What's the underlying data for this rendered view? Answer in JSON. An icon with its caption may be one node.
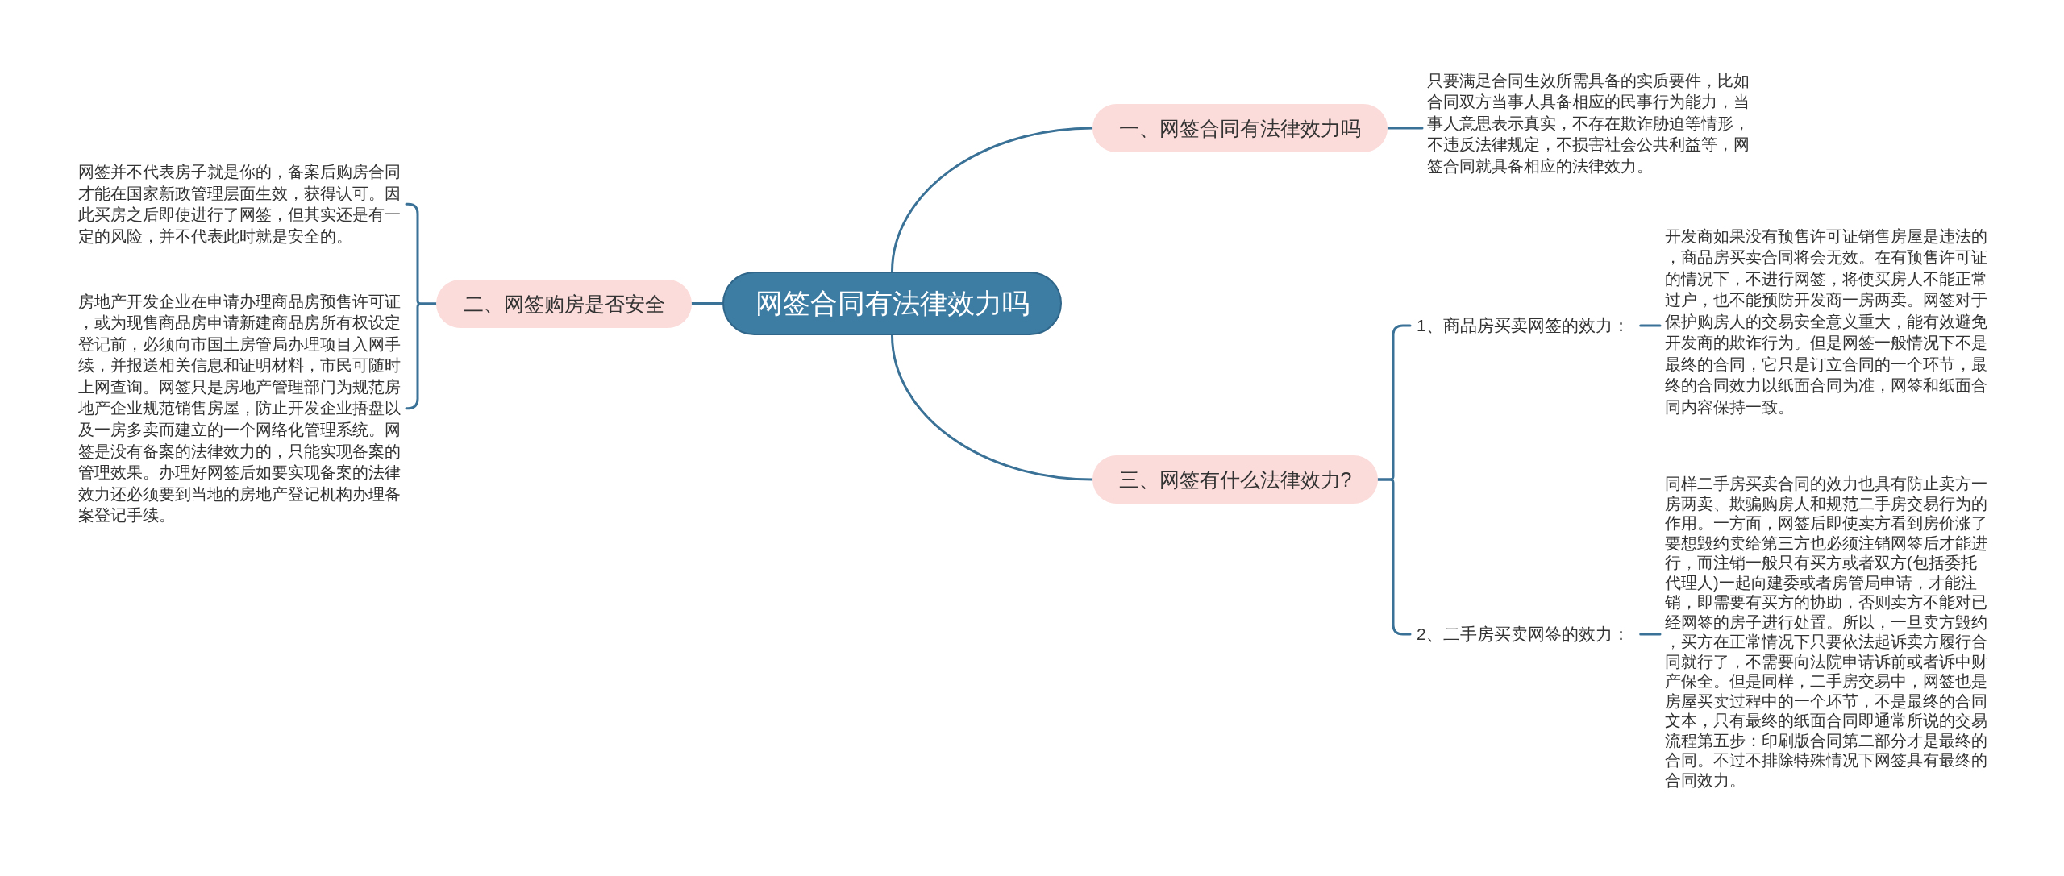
{
  "diagram": {
    "nodes": [
      {
        "text": [
          "网签合同有法律效力吗"
        ]
      },
      {
        "text": [
          "一、网签合同有法律效力吗"
        ]
      },
      {
        "text": [
          "只要满足合同生效所需具备的实质要件，比如合同双方当事人具备相应的民事行为能力，当事人意思表示真实，不存在欺诈胁迫等情形，不违反法律规定，不损害社会公共利益等，网签合同就具备相应的法律效力。"
        ]
      },
      {
        "text": [
          "二、网签购房是否安全"
        ]
      },
      {
        "text": [
          "网签并不代表房子就是你的，备案后购房合同才能在国家新政管理层面生效，获得认可。因此买房之后即使进行了网签，但其实还是有一定的风险，并不代表此时就是安全的。"
        ]
      },
      {
        "text": [
          "房地产开发企业在申请办理商品房预售许可证，或为现售商品房申请新建商品房所有权设定登记前，必须向市国土房管局办理项目入网手续，并报送相关信息和证明材料，市民可随时上网查询。网签只是房地产管理部门为规范房地产企业规范销售房屋，防止开发企业捂盘以及一房多卖而建立的一个网络化管理系统。网签是没有备案的法律效力的，只能实现备案的管理效果。办理好网签后如要实现备案的法律效力还必须要到当地的房地产登记机构办理备案登记手续。"
        ]
      },
      {
        "text": [
          "三、网签有什么法律效力?"
        ]
      },
      {
        "text": [
          "1、商品房买卖网签的效力："
        ]
      },
      {
        "text": [
          "开发商如果没有预售许可证销售房屋是违法的，商品房买卖合同将会无效。在有预售许可证的情况下，不进行网签，将使买房人不能正常过户，也不能预防开发商一房两卖。网签对于保护购房人的交易安全意义重大，能有效避免开发商的欺诈行为。但是网签一般情况下不是最终的合同，它只是订立合同的一个环节，最终的合同效力以纸面合同为准，网签和纸面合同内容保持一致。"
        ]
      },
      {
        "text": [
          "2、二手房买卖网签的效力："
        ]
      },
      {
        "text": [
          "同样二手房买卖合同的效力也具有防止卖方一房两卖、欺骗购房人和规范二手房交易行为的作用。一方面，网签后即使卖方看到房价涨了要想毁约卖给第三方也必须注销网签后才能进行，而注销一般只有买方或者双方(包括委托代理人)一起向建委或者房管局申请，才能注销，即需要有买方的协助，否则卖方不能对已经网签的房子进行处置。所以，一旦卖方毁约，买方在正常情况下只要依法起诉卖方履行合同就行了，不需要向法院申请诉前或者诉中财产保全。但是同样，二手房交易中，网签也是房屋买卖过程中的一个环节，不是最终的合同文本，只有最终的纸面合同即通常所说的交易流程第五步：印刷版合同第二部分才是最终的合同。不过不排除特殊情况下网签具有最终的合同效力。"
        ]
      }
    ],
    "edges": [
      {
        "from": 0,
        "to": 1,
        "arrow": "none"
      },
      {
        "from": 0,
        "to": 3,
        "arrow": "none"
      },
      {
        "from": 0,
        "to": 6,
        "arrow": "none"
      },
      {
        "from": 1,
        "to": 2,
        "arrow": "none"
      },
      {
        "from": 3,
        "to": 4,
        "arrow": "none"
      },
      {
        "from": 3,
        "to": 5,
        "arrow": "none"
      },
      {
        "from": 6,
        "to": 7,
        "arrow": "none"
      },
      {
        "from": 6,
        "to": 9,
        "arrow": "none"
      },
      {
        "from": 7,
        "to": 8,
        "arrow": "none"
      },
      {
        "from": 9,
        "to": 10,
        "arrow": "none"
      }
    ]
  }
}
